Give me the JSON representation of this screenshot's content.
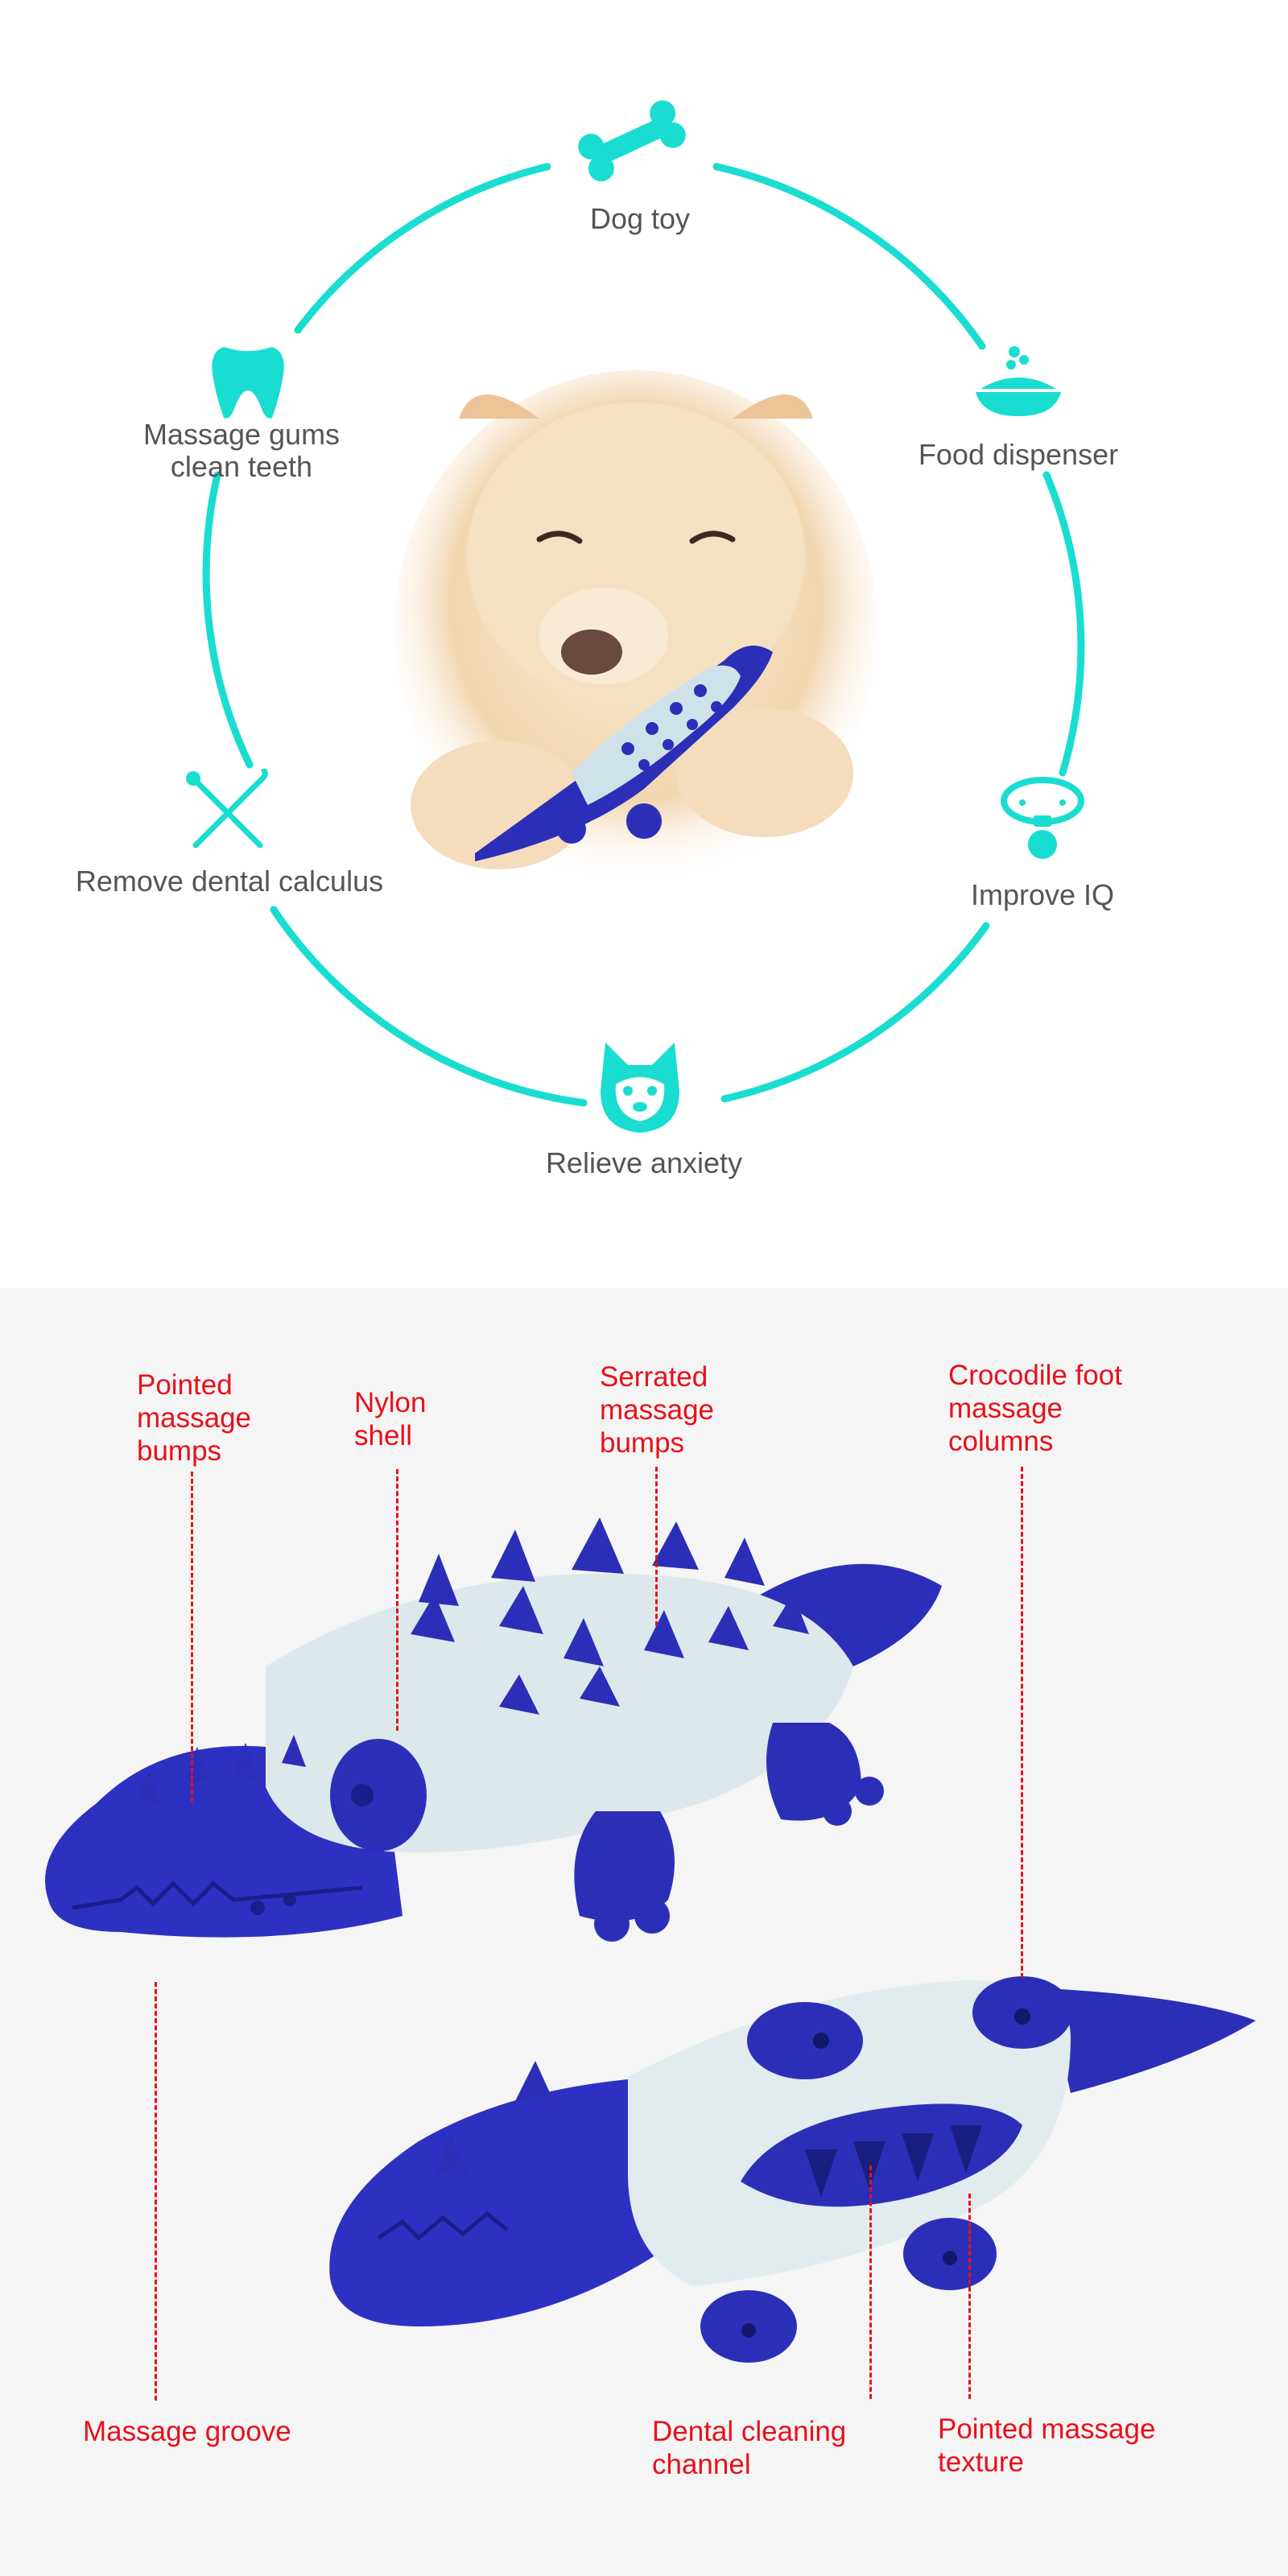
{
  "features": {
    "dog_toy": {
      "label": "Dog toy",
      "icon": "bone-icon"
    },
    "food_dispenser": {
      "label": "Food dispenser",
      "icon": "food-bowl-icon"
    },
    "improve_iq": {
      "label": "Improve IQ",
      "icon": "collar-icon"
    },
    "relieve_anxiety": {
      "label": "Relieve anxiety",
      "icon": "dog-face-icon"
    },
    "remove_calculus": {
      "label": "Remove dental calculus",
      "icon": "dental-tools-icon"
    },
    "massage_gums": {
      "label": "Massage gums\nclean teeth",
      "icon": "tooth-icon"
    }
  },
  "callouts": {
    "pointed_bumps": "Pointed\nmassage\nbumps",
    "nylon_shell": "Nylon\nshell",
    "serrated_bumps": "Serrated\nmassage\nbumps",
    "foot_columns": "Crocodile foot\nmassage\ncolumns",
    "massage_groove": "Massage groove",
    "dental_channel": "Dental cleaning\nchannel",
    "pointed_texture": "Pointed massage\ntexture"
  },
  "colors": {
    "accent_teal": "#19ddd0",
    "toy_blue": "#2b2fb8",
    "toy_shell": "#dfe9ec",
    "callout_red": "#e8101a",
    "label_gray": "#555555"
  }
}
